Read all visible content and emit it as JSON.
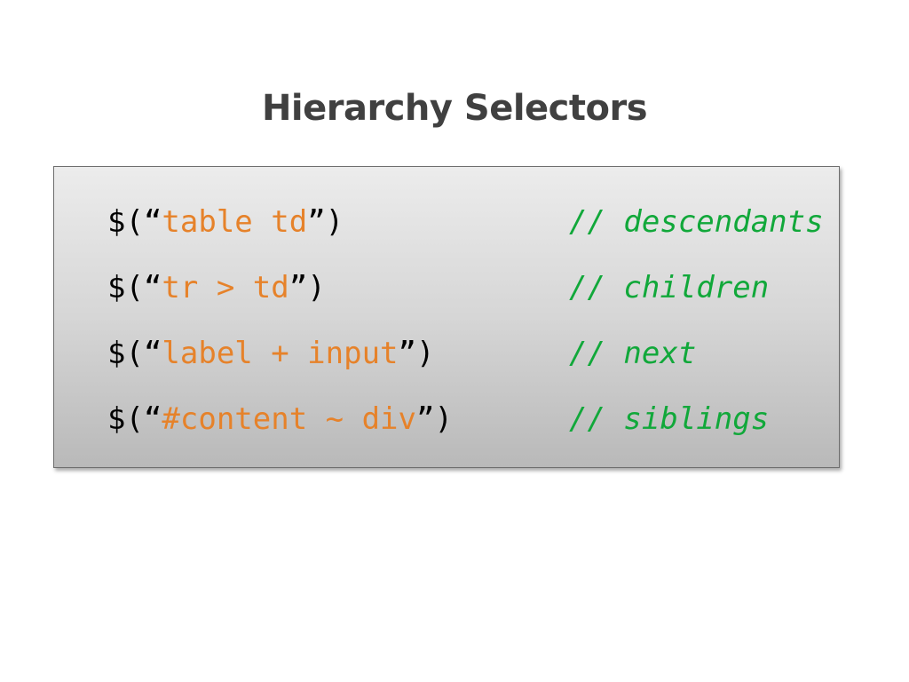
{
  "slide": {
    "title": "Hierarchy Selectors"
  },
  "code": {
    "lines": [
      {
        "prefix": "$(“",
        "selector": "table td",
        "suffix": "”)",
        "comment": "// descendants"
      },
      {
        "prefix": "$(“",
        "selector": "tr > td",
        "suffix": "”)",
        "comment": "// children"
      },
      {
        "prefix": "$(“",
        "selector": "label + input",
        "suffix": "”)",
        "comment": "// next"
      },
      {
        "prefix": "$(“",
        "selector": "#content ~ div",
        "suffix": "”)",
        "comment": "// siblings"
      }
    ]
  },
  "colors": {
    "title": "#404040",
    "selector_string": "#e6822a",
    "comment": "#11a83a",
    "punctuation": "#000000"
  }
}
